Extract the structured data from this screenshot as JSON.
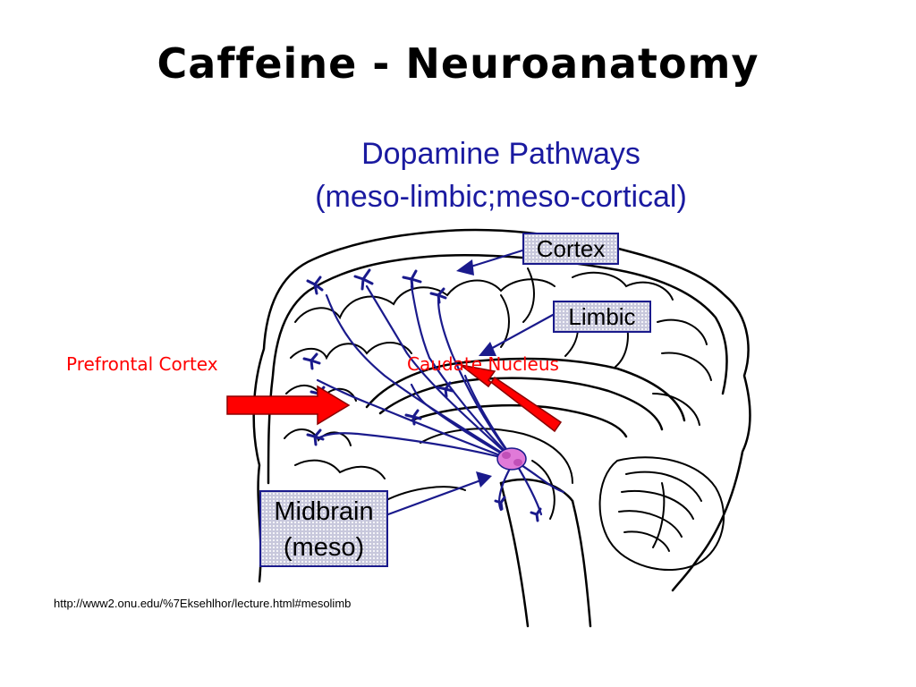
{
  "slide": {
    "title": "Caffeine - Neuroanatomy",
    "source_url": "http://www2.onu.edu/%7Eksehlhor/lecture.html#mesolimb"
  },
  "figure": {
    "title_line1": "Dopamine Pathways",
    "title_line2": "(meso-limbic;meso-cortical)",
    "boxes": {
      "cortex": "Cortex",
      "limbic": "Limbic",
      "midbrain_line1": "Midbrain",
      "midbrain_line2": "(meso)"
    },
    "callouts": {
      "prefrontal": "Prefrontal Cortex",
      "caudate": "Caudate Nucleus"
    }
  },
  "colors": {
    "pathway_blue": "#1a1a8c",
    "callout_red": "#ff0000",
    "midbrain_pink": "#e07ad8"
  }
}
